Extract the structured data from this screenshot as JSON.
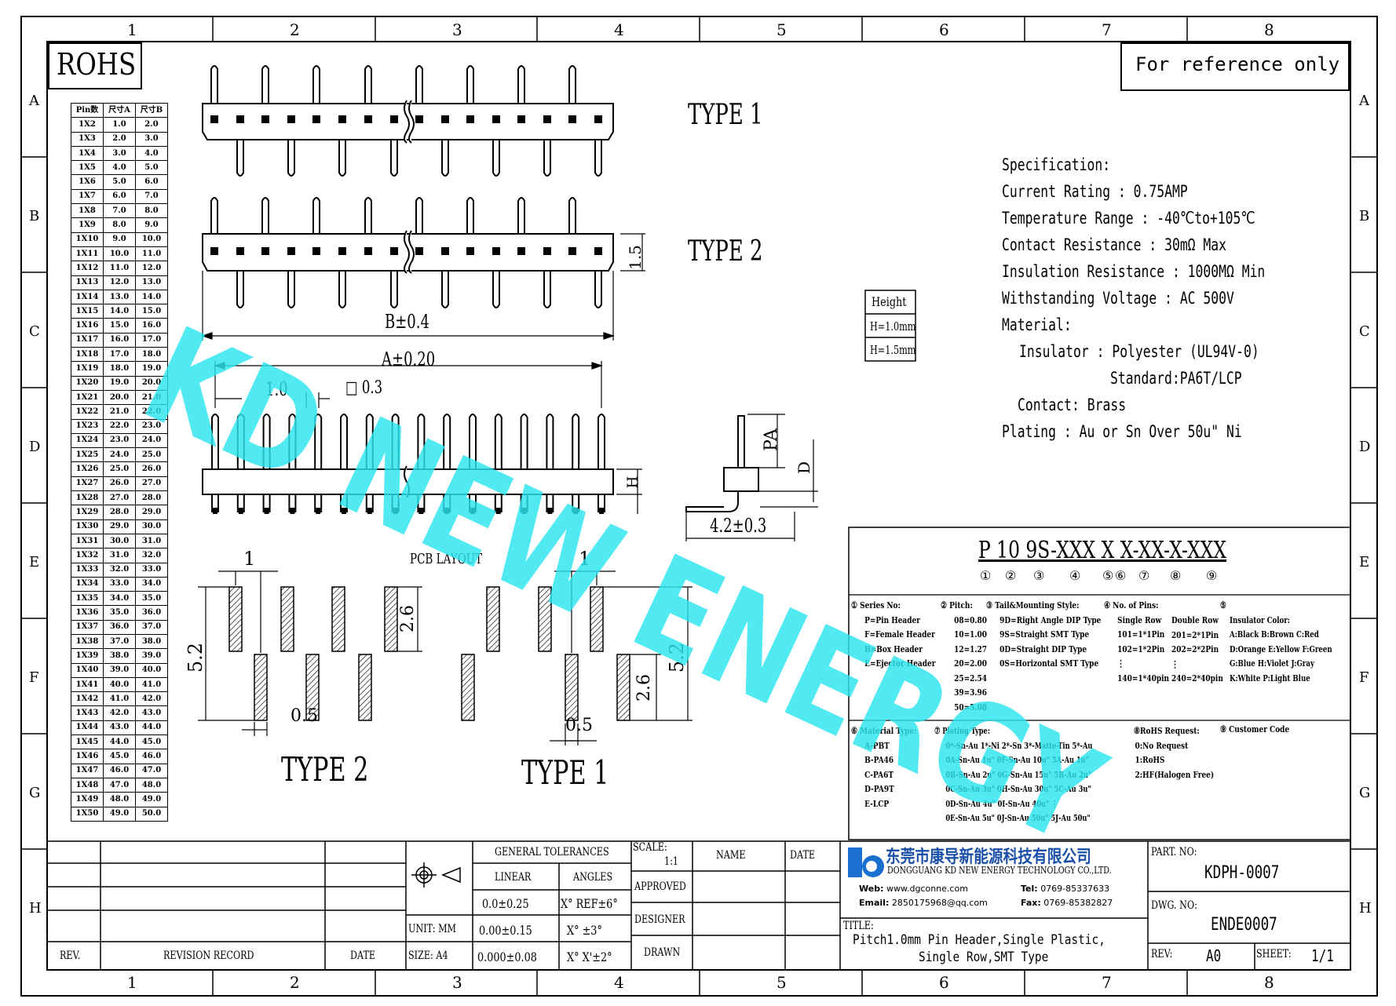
{
  "drawing": {
    "rohs": "ROHS",
    "reference_note": "For reference only",
    "watermark": "KD NEW ENERGY",
    "col_labels": [
      "1",
      "2",
      "3",
      "4",
      "5",
      "6",
      "7",
      "8"
    ],
    "row_labels": [
      "A",
      "B",
      "C",
      "D",
      "E",
      "F",
      "G",
      "H"
    ]
  },
  "pin_table": {
    "headers": [
      "Pin数",
      "尺寸A",
      "尺寸B"
    ],
    "rows": [
      [
        "1X2",
        "1.0",
        "2.0"
      ],
      [
        "1X3",
        "2.0",
        "3.0"
      ],
      [
        "1X4",
        "3.0",
        "4.0"
      ],
      [
        "1X5",
        "4.0",
        "5.0"
      ],
      [
        "1X6",
        "5.0",
        "6.0"
      ],
      [
        "1X7",
        "6.0",
        "7.0"
      ],
      [
        "1X8",
        "7.0",
        "8.0"
      ],
      [
        "1X9",
        "8.0",
        "9.0"
      ],
      [
        "1X10",
        "9.0",
        "10.0"
      ],
      [
        "1X11",
        "10.0",
        "11.0"
      ],
      [
        "1X12",
        "11.0",
        "12.0"
      ],
      [
        "1X13",
        "12.0",
        "13.0"
      ],
      [
        "1X14",
        "13.0",
        "14.0"
      ],
      [
        "1X15",
        "14.0",
        "15.0"
      ],
      [
        "1X16",
        "15.0",
        "16.0"
      ],
      [
        "1X17",
        "16.0",
        "17.0"
      ],
      [
        "1X18",
        "17.0",
        "18.0"
      ],
      [
        "1X19",
        "18.0",
        "19.0"
      ],
      [
        "1X20",
        "19.0",
        "20.0"
      ],
      [
        "1X21",
        "20.0",
        "21.0"
      ],
      [
        "1X22",
        "21.0",
        "22.0"
      ],
      [
        "1X23",
        "22.0",
        "23.0"
      ],
      [
        "1X24",
        "23.0",
        "24.0"
      ],
      [
        "1X25",
        "24.0",
        "25.0"
      ],
      [
        "1X26",
        "25.0",
        "26.0"
      ],
      [
        "1X27",
        "26.0",
        "27.0"
      ],
      [
        "1X28",
        "27.0",
        "28.0"
      ],
      [
        "1X29",
        "28.0",
        "29.0"
      ],
      [
        "1X30",
        "29.0",
        "30.0"
      ],
      [
        "1X31",
        "30.0",
        "31.0"
      ],
      [
        "1X32",
        "31.0",
        "32.0"
      ],
      [
        "1X33",
        "32.0",
        "33.0"
      ],
      [
        "1X34",
        "33.0",
        "34.0"
      ],
      [
        "1X35",
        "34.0",
        "35.0"
      ],
      [
        "1X36",
        "35.0",
        "36.0"
      ],
      [
        "1X37",
        "36.0",
        "37.0"
      ],
      [
        "1X38",
        "37.0",
        "38.0"
      ],
      [
        "1X39",
        "38.0",
        "39.0"
      ],
      [
        "1X40",
        "39.0",
        "40.0"
      ],
      [
        "1X41",
        "40.0",
        "41.0"
      ],
      [
        "1X42",
        "41.0",
        "42.0"
      ],
      [
        "1X43",
        "42.0",
        "43.0"
      ],
      [
        "1X44",
        "43.0",
        "44.0"
      ],
      [
        "1X45",
        "44.0",
        "45.0"
      ],
      [
        "1X46",
        "45.0",
        "46.0"
      ],
      [
        "1X47",
        "46.0",
        "47.0"
      ],
      [
        "1X48",
        "47.0",
        "48.0"
      ],
      [
        "1X49",
        "48.0",
        "49.0"
      ],
      [
        "1X50",
        "49.0",
        "50.0"
      ]
    ]
  },
  "views": {
    "type1": "TYPE 1",
    "type2": "TYPE 2",
    "dim_15": "1.5",
    "dim_b": "B±0.4",
    "dim_a": "A±0.20",
    "dim_10": "1.0",
    "dim_03": "□ 0.3",
    "dim_h": "H",
    "dim_pa": "PA",
    "dim_d": "D",
    "dim_42": "4.2±0.3",
    "pcb_layout": "PCB LAYOUT",
    "pcb_1a": "1",
    "pcb_1b": "1",
    "pcb_52a": "5.2",
    "pcb_52b": "5.2",
    "pcb_26a": "2.6",
    "pcb_26b": "2.6",
    "pcb_05a": "0.5",
    "pcb_05b": "0.5",
    "height_title": "Height",
    "height_1": "H=1.0mm",
    "height_2": "H=1.5mm"
  },
  "spec": {
    "lines": [
      "Specification:",
      "Current Rating : 0.75AMP",
      "Temperature Range : -40℃to+105℃",
      "Contact Resistance : 30mΩ Max",
      "Insulation Resistance : 1000MΩ Min",
      "Withstanding Voltage : AC 500V",
      "Material:",
      "Insulator : Polyester (UL94V-0)",
      "Standard:PA6T/LCP",
      "Contact: Brass",
      "Plating : Au or Sn Over 50u\" Ni"
    ]
  },
  "part_code": {
    "code": "P 10 9S-XXX X X-XX-X-XXX",
    "markers": [
      "①",
      "②",
      "③",
      "④",
      "⑤",
      "⑥",
      "⑦",
      "⑧",
      "⑨"
    ],
    "series": [
      "① Series No:",
      "P=Pin Header",
      "F=Female Header",
      "B=Box Header",
      "E=Ejector Header"
    ],
    "pitch": [
      "② Pitch:",
      "08=0.80",
      "10=1.00",
      "12=1.27",
      "20=2.00",
      "25=2.54",
      "39=3.96",
      "50=5.08"
    ],
    "tail": [
      "③ Tail&Mounting Style:",
      "9D=Right Angle DIP Type",
      "9S=Straight SMT Type",
      "0D=Straight DIP Type",
      "0S=Horizontal SMT Type"
    ],
    "pins": [
      "④ No. of Pins:",
      "Single Row",
      "101=1*1Pin",
      "102=1*2Pin",
      "⋮",
      "140=1*40pin"
    ],
    "pins2": [
      "Double Row",
      "201=2*1Pin",
      "202=2*2Pin",
      "⋮",
      "240=2*40pin"
    ],
    "color": [
      "⑤",
      "Insulator Color:",
      "A:Black  B:Brown  C:Red",
      "D:Orange E:Yellow F:Green",
      "G:Blue   H:Violet J:Gray",
      "K:White  P:Light Blue"
    ],
    "material": [
      "⑥ Material Type:",
      "A-PBT",
      "B-PA46",
      "C-PA6T",
      "D-PA9T",
      "E-LCP"
    ],
    "plating": [
      "⑦ Plating Type:",
      "0*-Sn-Au 1*-Ni 2*-Sn 3*-Matte-Tin 5*-Au",
      "0A-Sn-Au 1u\" 0F-Sn-Au 10u\"  5A-Au 1u\"",
      "0B-Sn-Au 2u\" 0G-Sn-Au 15u\"  5B-Au 2u\"",
      "0C-Sn-Au 3u\" 0H-Sn-Au 30u\"  5C-Au 3u\"",
      "0D-Sn-Au 4u\" 0I-Sn-Au 40u\"    ⋮",
      "0E-Sn-Au 5u\" 0J-Sn-Au 50u\"  5J-Au 50u\""
    ],
    "rohs": [
      "⑧RoHS Request:",
      "0:No Request",
      "1:RoHS",
      "2:HF(Halogen Free)"
    ],
    "customer": [
      "⑨ Customer Code"
    ]
  },
  "title_block": {
    "rev": "REV.",
    "revision_record": "REVISION RECORD",
    "date": "DATE",
    "general_tolerances": "GENERAL TOLERANCES",
    "linear": "LINEAR",
    "angles": "ANGLES",
    "tol_1": "0.0±0.25",
    "tol_2": "0.00±0.15",
    "tol_3": "0.000±0.08",
    "ang_1": "X° REF±6°",
    "ang_2": "X° ±3°",
    "ang_3": "X° X'±2°",
    "unit": "UNIT: MM",
    "size": "SIZE: A4",
    "scale": "SCALE:",
    "scale_val": "1:1",
    "name": "NAME",
    "date2": "DATE",
    "approved": "APPROVED",
    "designer": "DESIGNER",
    "drawn": "DRAWN",
    "company_cn": "东莞市康导新能源科技有限公司",
    "company_en": "DONGGUANG KD NEW ENERGY TECHNOLOGY CO.,LTD.",
    "web_label": "Web:",
    "web": "www.dgconne.com",
    "email_label": "Email:",
    "email": "2850175968@qq.com",
    "tel_label": "Tel:",
    "tel": "0769-85337633",
    "fax_label": "Fax:",
    "fax": "0769-85382827",
    "title_label": "TITLE:",
    "title_1": "Pitch1.0mm Pin Header,Single Plastic,",
    "title_2": "Single Row,SMT Type",
    "part_no_label": "PART. NO:",
    "part_no": "KDPH-0007",
    "dwg_no_label": "DWG. NO:",
    "dwg_no": "ENDE0007",
    "rev_label": "REV:",
    "rev_val": "A0",
    "sheet_label": "SHEET:",
    "sheet_val": "1/1"
  }
}
